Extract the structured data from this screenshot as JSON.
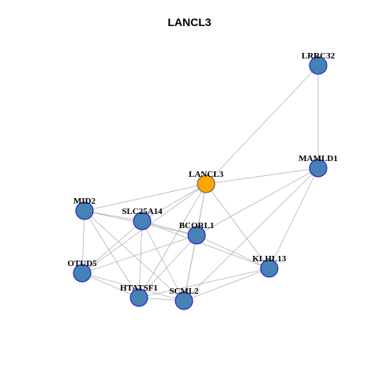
{
  "title": "LANCL3",
  "colors": {
    "focus_fill": "#ffa500",
    "node_fill": "#4682b4",
    "node_stroke": "#1414d2",
    "focus_stroke": "#555555",
    "edge": "#b3b3b3"
  },
  "nodes": [
    {
      "id": "LRRC32",
      "label": "LRRC32",
      "focus": false
    },
    {
      "id": "MAMLD1",
      "label": "MAMLD1",
      "focus": false
    },
    {
      "id": "LANCL3",
      "label": "LANCL3",
      "focus": true
    },
    {
      "id": "MID2",
      "label": "MID2",
      "focus": false
    },
    {
      "id": "SLC25A14",
      "label": "SLC25A14",
      "focus": false
    },
    {
      "id": "BCORL1",
      "label": "BCORL1",
      "focus": false
    },
    {
      "id": "KLHL13",
      "label": "KLHL13",
      "focus": false
    },
    {
      "id": "OTUD5",
      "label": "OTUD5",
      "focus": false
    },
    {
      "id": "HTATSF1",
      "label": "HTATSF1",
      "focus": false
    },
    {
      "id": "SCML2",
      "label": "SCML2",
      "focus": false
    }
  ],
  "edges": [
    [
      "LRRC32",
      "LANCL3"
    ],
    [
      "LRRC32",
      "MAMLD1"
    ],
    [
      "MAMLD1",
      "LANCL3"
    ],
    [
      "MAMLD1",
      "BCORL1"
    ],
    [
      "MAMLD1",
      "KLHL13"
    ],
    [
      "MAMLD1",
      "SCML2"
    ],
    [
      "LANCL3",
      "MID2"
    ],
    [
      "LANCL3",
      "SLC25A14"
    ],
    [
      "LANCL3",
      "BCORL1"
    ],
    [
      "LANCL3",
      "KLHL13"
    ],
    [
      "LANCL3",
      "OTUD5"
    ],
    [
      "LANCL3",
      "HTATSF1"
    ],
    [
      "LANCL3",
      "SCML2"
    ],
    [
      "MID2",
      "SLC25A14"
    ],
    [
      "MID2",
      "BCORL1"
    ],
    [
      "MID2",
      "OTUD5"
    ],
    [
      "MID2",
      "HTATSF1"
    ],
    [
      "MID2",
      "SCML2"
    ],
    [
      "SLC25A14",
      "BCORL1"
    ],
    [
      "SLC25A14",
      "OTUD5"
    ],
    [
      "SLC25A14",
      "HTATSF1"
    ],
    [
      "SLC25A14",
      "SCML2"
    ],
    [
      "SLC25A14",
      "KLHL13"
    ],
    [
      "BCORL1",
      "KLHL13"
    ],
    [
      "BCORL1",
      "OTUD5"
    ],
    [
      "BCORL1",
      "HTATSF1"
    ],
    [
      "BCORL1",
      "SCML2"
    ],
    [
      "KLHL13",
      "HTATSF1"
    ],
    [
      "KLHL13",
      "SCML2"
    ],
    [
      "OTUD5",
      "HTATSF1"
    ],
    [
      "OTUD5",
      "SCML2"
    ],
    [
      "HTATSF1",
      "SCML2"
    ]
  ]
}
